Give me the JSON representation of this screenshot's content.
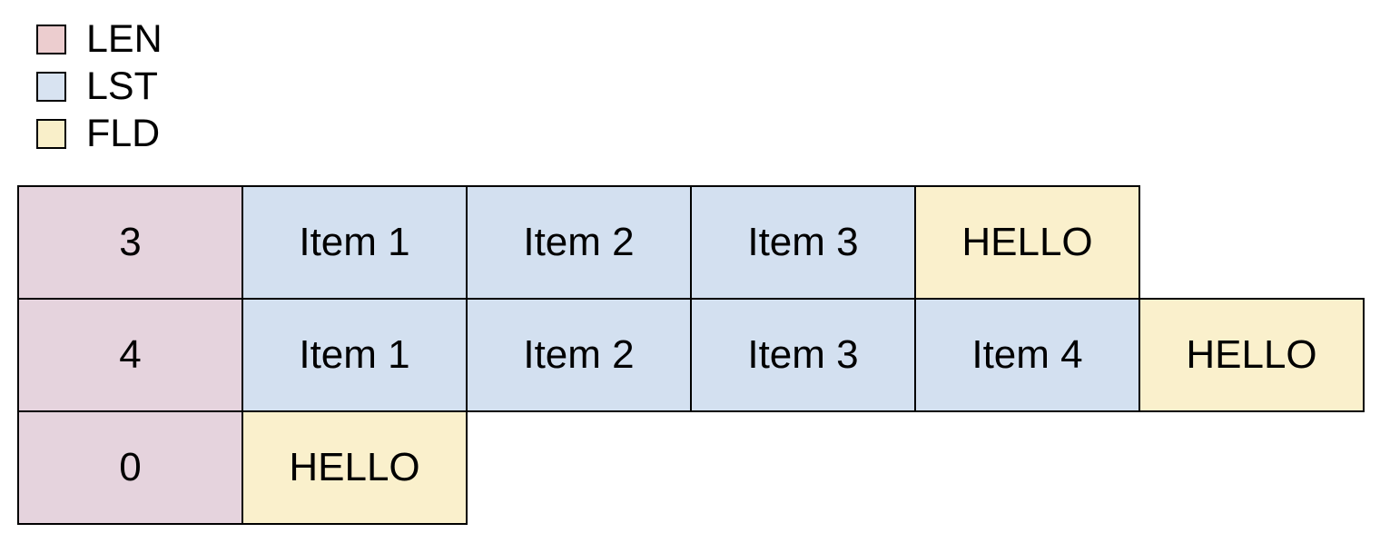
{
  "colors": {
    "len": "#e5d3dd",
    "lst": "#d3e0f0",
    "fld": "#faf0cc",
    "border": "#000000",
    "text": "#000000",
    "background": "#ffffff"
  },
  "legend": {
    "items": [
      {
        "key": "len",
        "label": "LEN",
        "swatch_color": "#eccdcf"
      },
      {
        "key": "lst",
        "label": "LST",
        "swatch_color": "#d8e3f1"
      },
      {
        "key": "fld",
        "label": "FLD",
        "swatch_color": "#f9efc9"
      }
    ]
  },
  "rows": [
    {
      "cells": [
        {
          "type": "len",
          "text": "3"
        },
        {
          "type": "lst",
          "text": "Item 1"
        },
        {
          "type": "lst",
          "text": "Item 2"
        },
        {
          "type": "lst",
          "text": "Item 3"
        },
        {
          "type": "fld",
          "text": "HELLO"
        }
      ]
    },
    {
      "cells": [
        {
          "type": "len",
          "text": "4"
        },
        {
          "type": "lst",
          "text": "Item 1"
        },
        {
          "type": "lst",
          "text": "Item 2"
        },
        {
          "type": "lst",
          "text": "Item 3"
        },
        {
          "type": "lst",
          "text": "Item 4"
        },
        {
          "type": "fld",
          "text": "HELLO"
        }
      ]
    },
    {
      "cells": [
        {
          "type": "len",
          "text": "0"
        },
        {
          "type": "fld",
          "text": "HELLO"
        }
      ]
    }
  ]
}
